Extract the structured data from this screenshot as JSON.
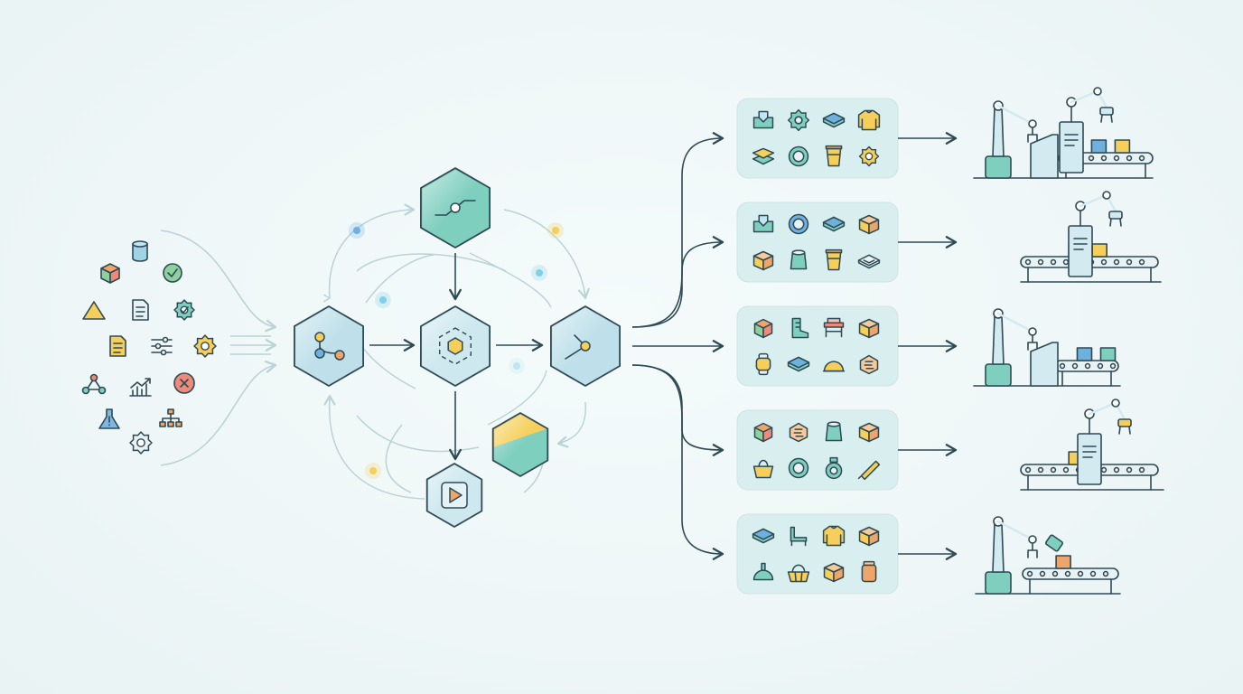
{
  "palette": {
    "stroke": "#2e4a55",
    "teal": "#7fcfbf",
    "teal_dark": "#5fb8a8",
    "blue_soft": "#bfe0ea",
    "yellow": "#f5cf5a",
    "orange": "#eea56a",
    "red": "#ee8a7a",
    "green": "#8fd19e",
    "panel": "#d9eeee",
    "arrow_soft": "#b9d3d6"
  },
  "input_icons": [
    {
      "name": "cylinder-icon"
    },
    {
      "name": "cube-icon"
    },
    {
      "name": "check-circle-icon"
    },
    {
      "name": "triangle-icon"
    },
    {
      "name": "document-icon"
    },
    {
      "name": "gear-check-icon"
    },
    {
      "name": "note-icon"
    },
    {
      "name": "sliders-icon"
    },
    {
      "name": "gear-icon"
    },
    {
      "name": "network-icon"
    },
    {
      "name": "trend-chart-icon"
    },
    {
      "name": "x-circle-icon"
    },
    {
      "name": "flask-icon"
    },
    {
      "name": "hierarchy-icon"
    },
    {
      "name": "cog-outline-icon"
    }
  ],
  "hub_nodes": [
    {
      "name": "hub-branch-node",
      "icon": "branch-icon"
    },
    {
      "name": "hub-top-node",
      "icon": "switch-icon"
    },
    {
      "name": "hub-center-node",
      "icon": "core-icon"
    },
    {
      "name": "hub-output-node",
      "icon": "output-icon"
    },
    {
      "name": "hub-play-node",
      "icon": "play-icon"
    },
    {
      "name": "hub-yellow-node",
      "icon": "split-color-icon"
    }
  ],
  "product_panels": [
    {
      "name": "product-panel-1",
      "items": [
        "tray-icon",
        "gear-ring-icon",
        "tile-icon",
        "sweater-icon",
        "stack-icon",
        "ring-icon",
        "cup-icon",
        "cog-icon"
      ]
    },
    {
      "name": "product-panel-2",
      "items": [
        "tray-icon",
        "donut-icon",
        "tile-icon",
        "box-icon",
        "box-icon",
        "can-icon",
        "cup-icon",
        "plate-icon"
      ]
    },
    {
      "name": "product-panel-3",
      "items": [
        "cube-icon",
        "boot-icon",
        "bench-icon",
        "box-icon",
        "watch-icon",
        "tile-icon",
        "helmet-icon",
        "chip-icon"
      ]
    },
    {
      "name": "product-panel-4",
      "items": [
        "cube-icon",
        "chip-icon",
        "can-icon",
        "box-icon",
        "bag-icon",
        "ring-icon",
        "bottle-icon",
        "pen-icon"
      ]
    },
    {
      "name": "product-panel-5",
      "items": [
        "tile-icon",
        "chair-icon",
        "sweater-icon",
        "box-icon",
        "lamp-icon",
        "basket-icon",
        "box-icon",
        "jar-icon"
      ]
    }
  ],
  "factories": [
    {
      "name": "factory-line-1"
    },
    {
      "name": "factory-line-2"
    },
    {
      "name": "factory-line-3"
    },
    {
      "name": "factory-line-4"
    },
    {
      "name": "factory-line-5"
    }
  ]
}
